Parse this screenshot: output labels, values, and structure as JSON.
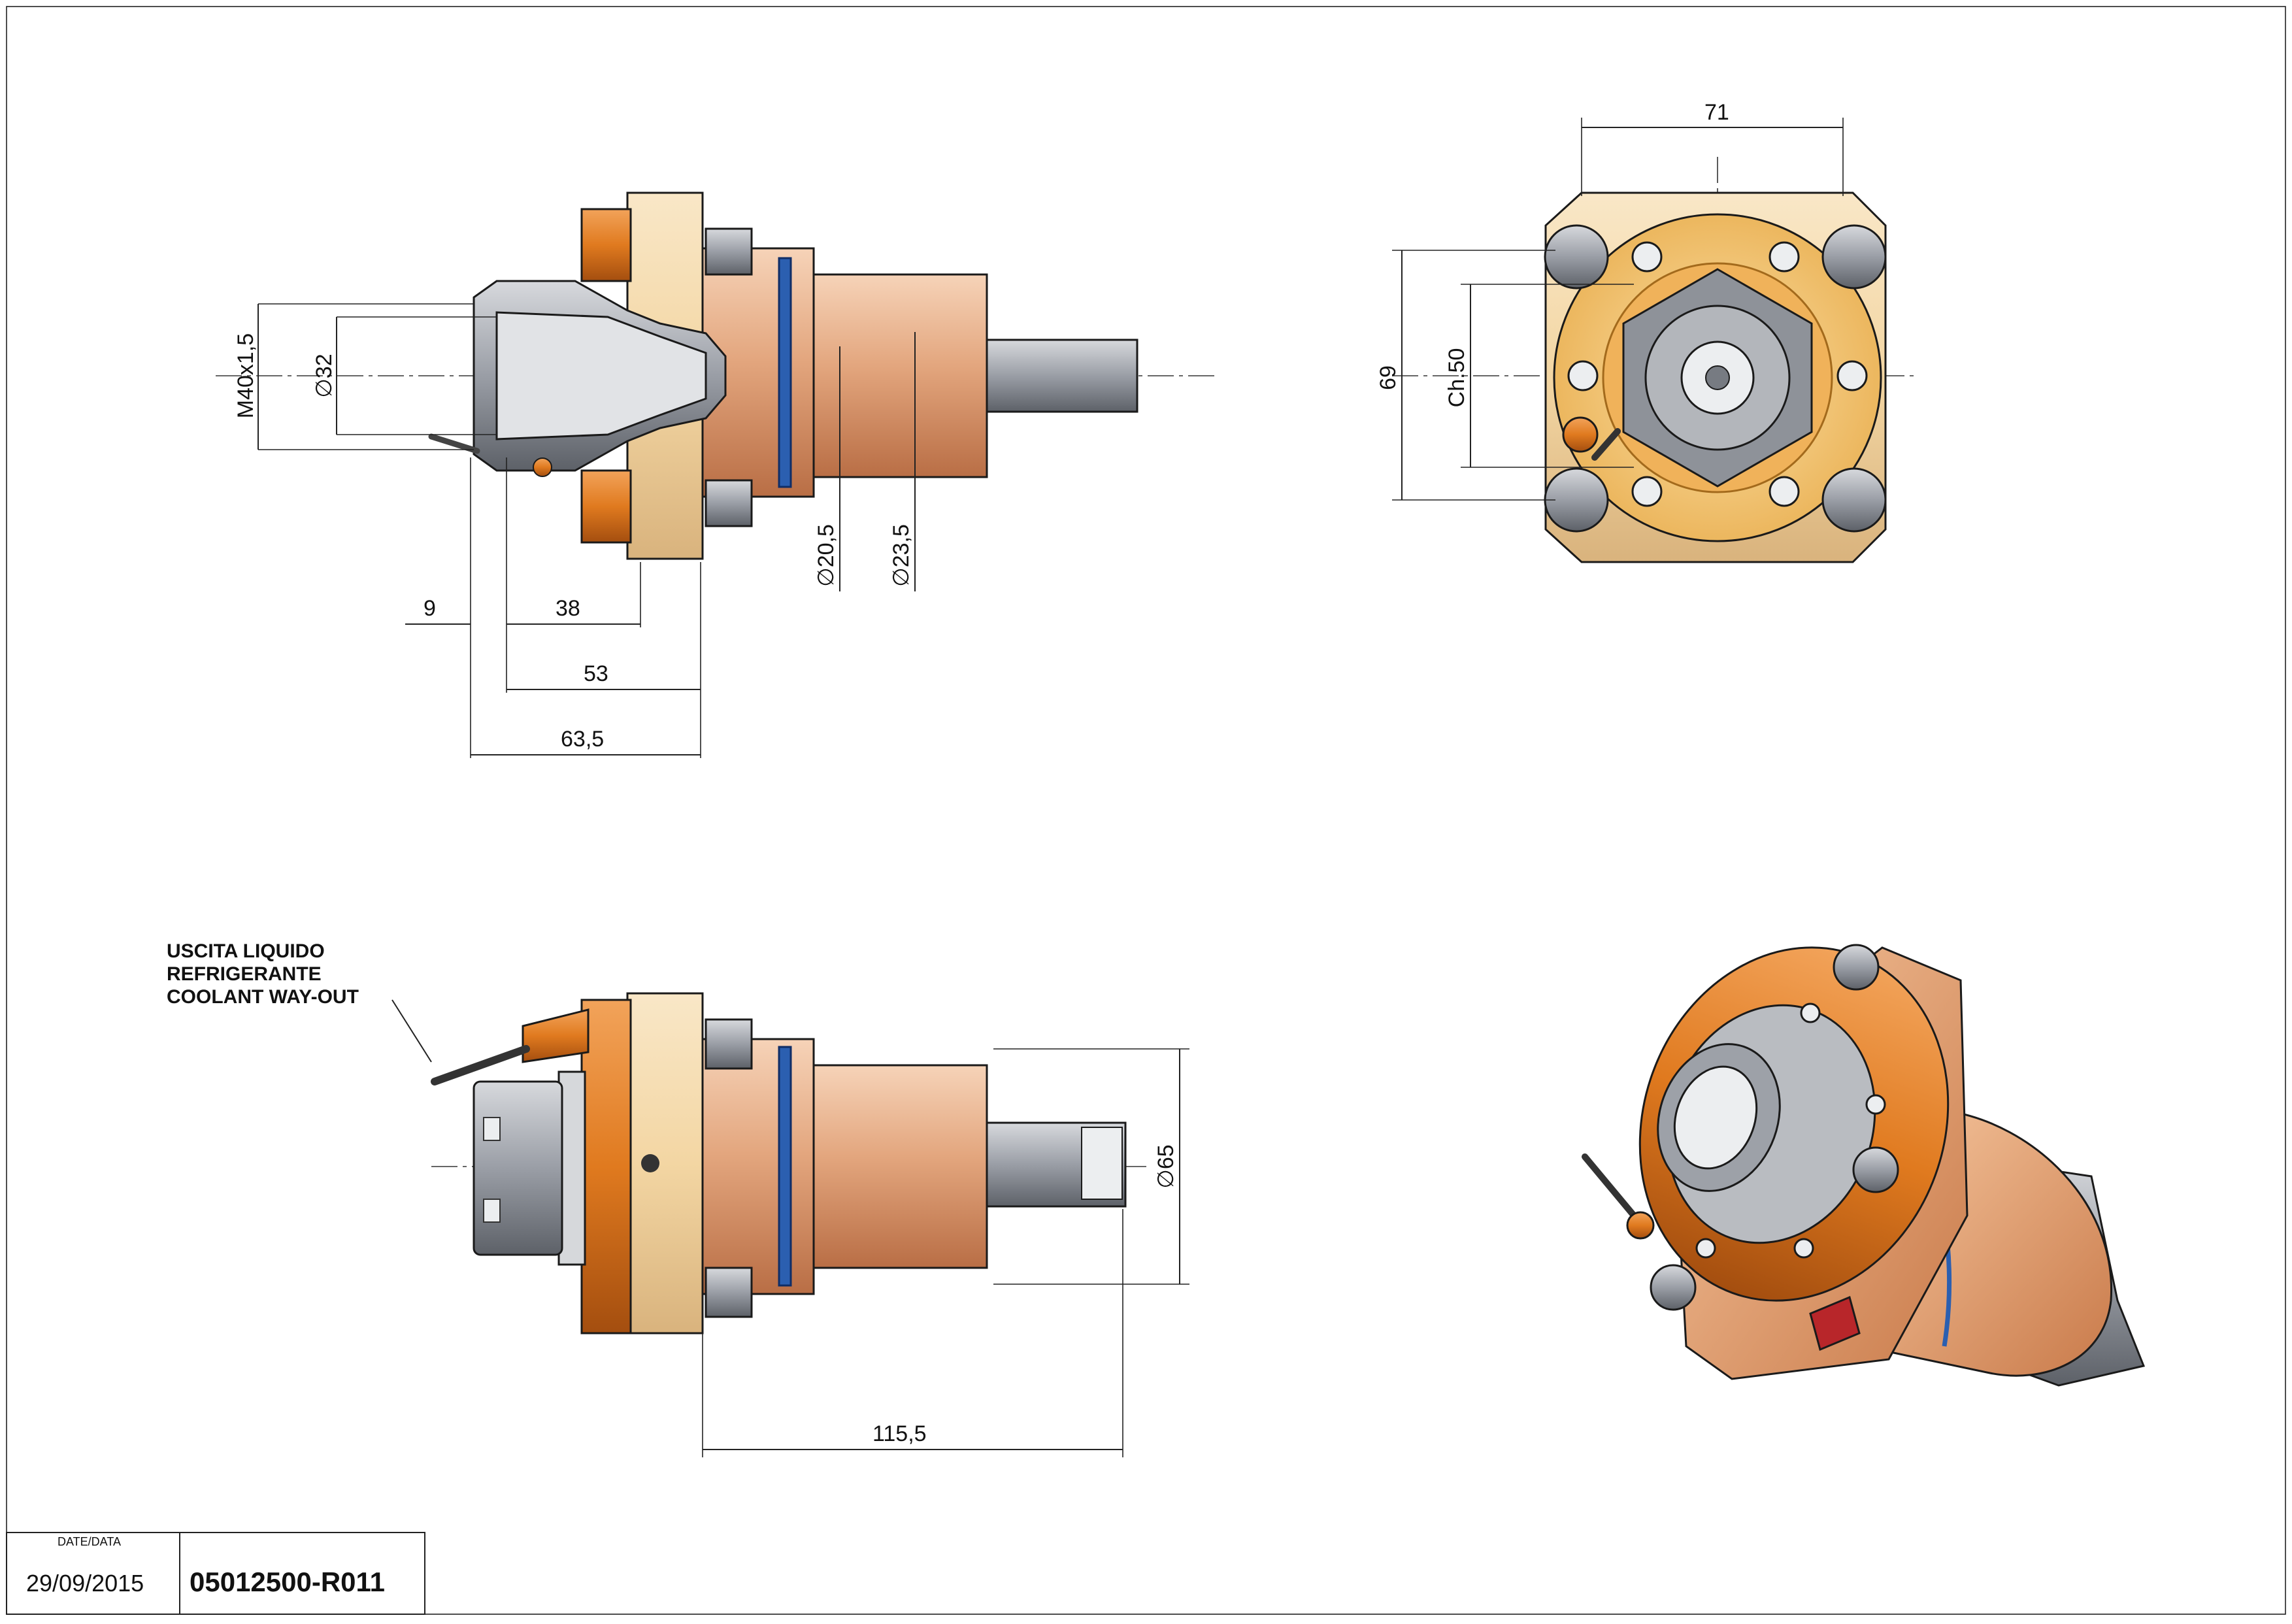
{
  "drawing": {
    "dimensions": {
      "thread": "M40x1,5",
      "dia_32": "∅32",
      "dia_20_5": "∅20,5",
      "dia_23_5": "∅23,5",
      "len_9": "9",
      "len_38": "38",
      "len_53": "53",
      "len_63_5": "63,5",
      "width_71": "71",
      "height_69": "69",
      "chamfer": "Ch.50",
      "dia_65": "∅65",
      "len_115_5": "115,5"
    },
    "note": {
      "line1": "USCITA LIQUIDO",
      "line2": "REFRIGERANTE",
      "line3": "COOLANT WAY-OUT"
    }
  },
  "title_block": {
    "date_label": "DATE/DATA",
    "date": "29/09/2015",
    "code": "05012500-R011"
  },
  "colors": {
    "orange": "#e8892f",
    "copper": "#e9b691",
    "flange": "#f6ddb2",
    "gold": "#f3c57a",
    "steel": "#8c9098",
    "ring": "#1f4fa0"
  }
}
